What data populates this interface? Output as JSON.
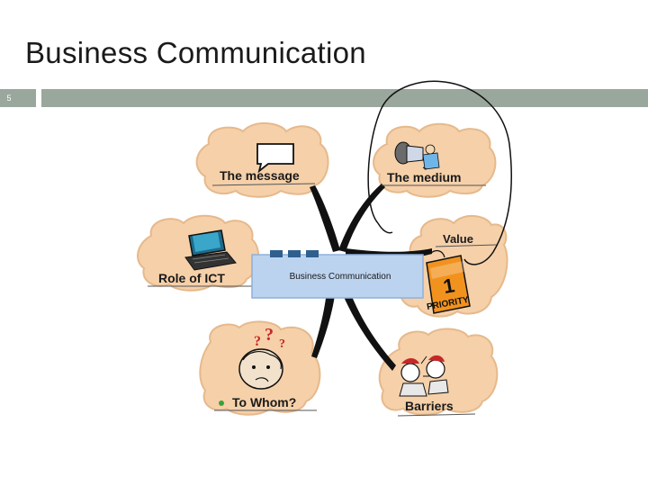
{
  "slide": {
    "title": "Business Communication",
    "number": "5"
  },
  "diagram": {
    "center_label": "Business Communication",
    "branches": [
      {
        "label": "The message"
      },
      {
        "label": "The medium"
      },
      {
        "label": "Value"
      },
      {
        "label": "Role of ICT"
      },
      {
        "label": "To Whom?"
      },
      {
        "label": "Barriers"
      }
    ],
    "priority_note": {
      "top": "1",
      "bottom": "PRIORITY"
    },
    "colors": {
      "cloud": "#f5d0a9",
      "cloud_edge": "#e6b98c",
      "center_box": "#bcd3ef",
      "center_dot": "#2f5f8e",
      "branch_ink": "#111111",
      "header_bar": "#9aa79c",
      "priority_card": "#f2921e"
    }
  }
}
